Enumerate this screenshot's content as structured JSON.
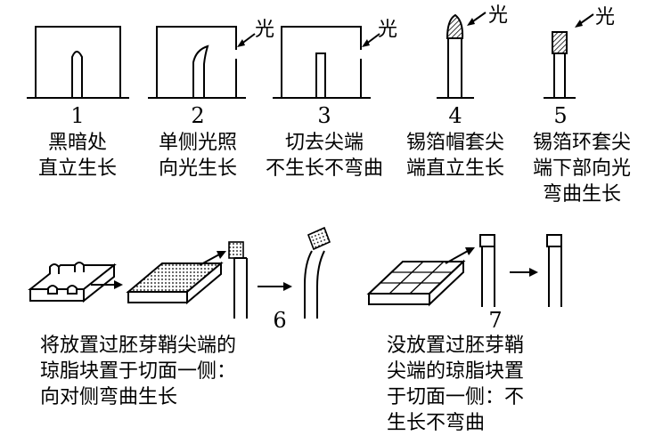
{
  "light_label": "光",
  "top_row": [
    {
      "number": "1",
      "caption": [
        "黑暗处",
        "直立生长"
      ]
    },
    {
      "number": "2",
      "caption": [
        "单侧光照",
        "向光生长"
      ]
    },
    {
      "number": "3",
      "caption": [
        "切去尖端",
        "不生长不弯曲"
      ]
    },
    {
      "number": "4",
      "caption": [
        "锡箔帽套尖",
        "端直立生长"
      ]
    },
    {
      "number": "5",
      "caption": [
        "锡箔环套尖",
        "端下部向光",
        "弯曲生长"
      ]
    }
  ],
  "bottom_row": [
    {
      "number": "6",
      "caption": [
        "将放置过胚芽鞘尖端的",
        "琼脂块置于切面一侧：",
        "向对侧弯曲生长"
      ]
    },
    {
      "number": "7",
      "caption": [
        "没放置过胚芽鞘",
        "尖端的琼脂块置",
        "于切面一侧：不",
        "生长不弯曲"
      ]
    }
  ]
}
